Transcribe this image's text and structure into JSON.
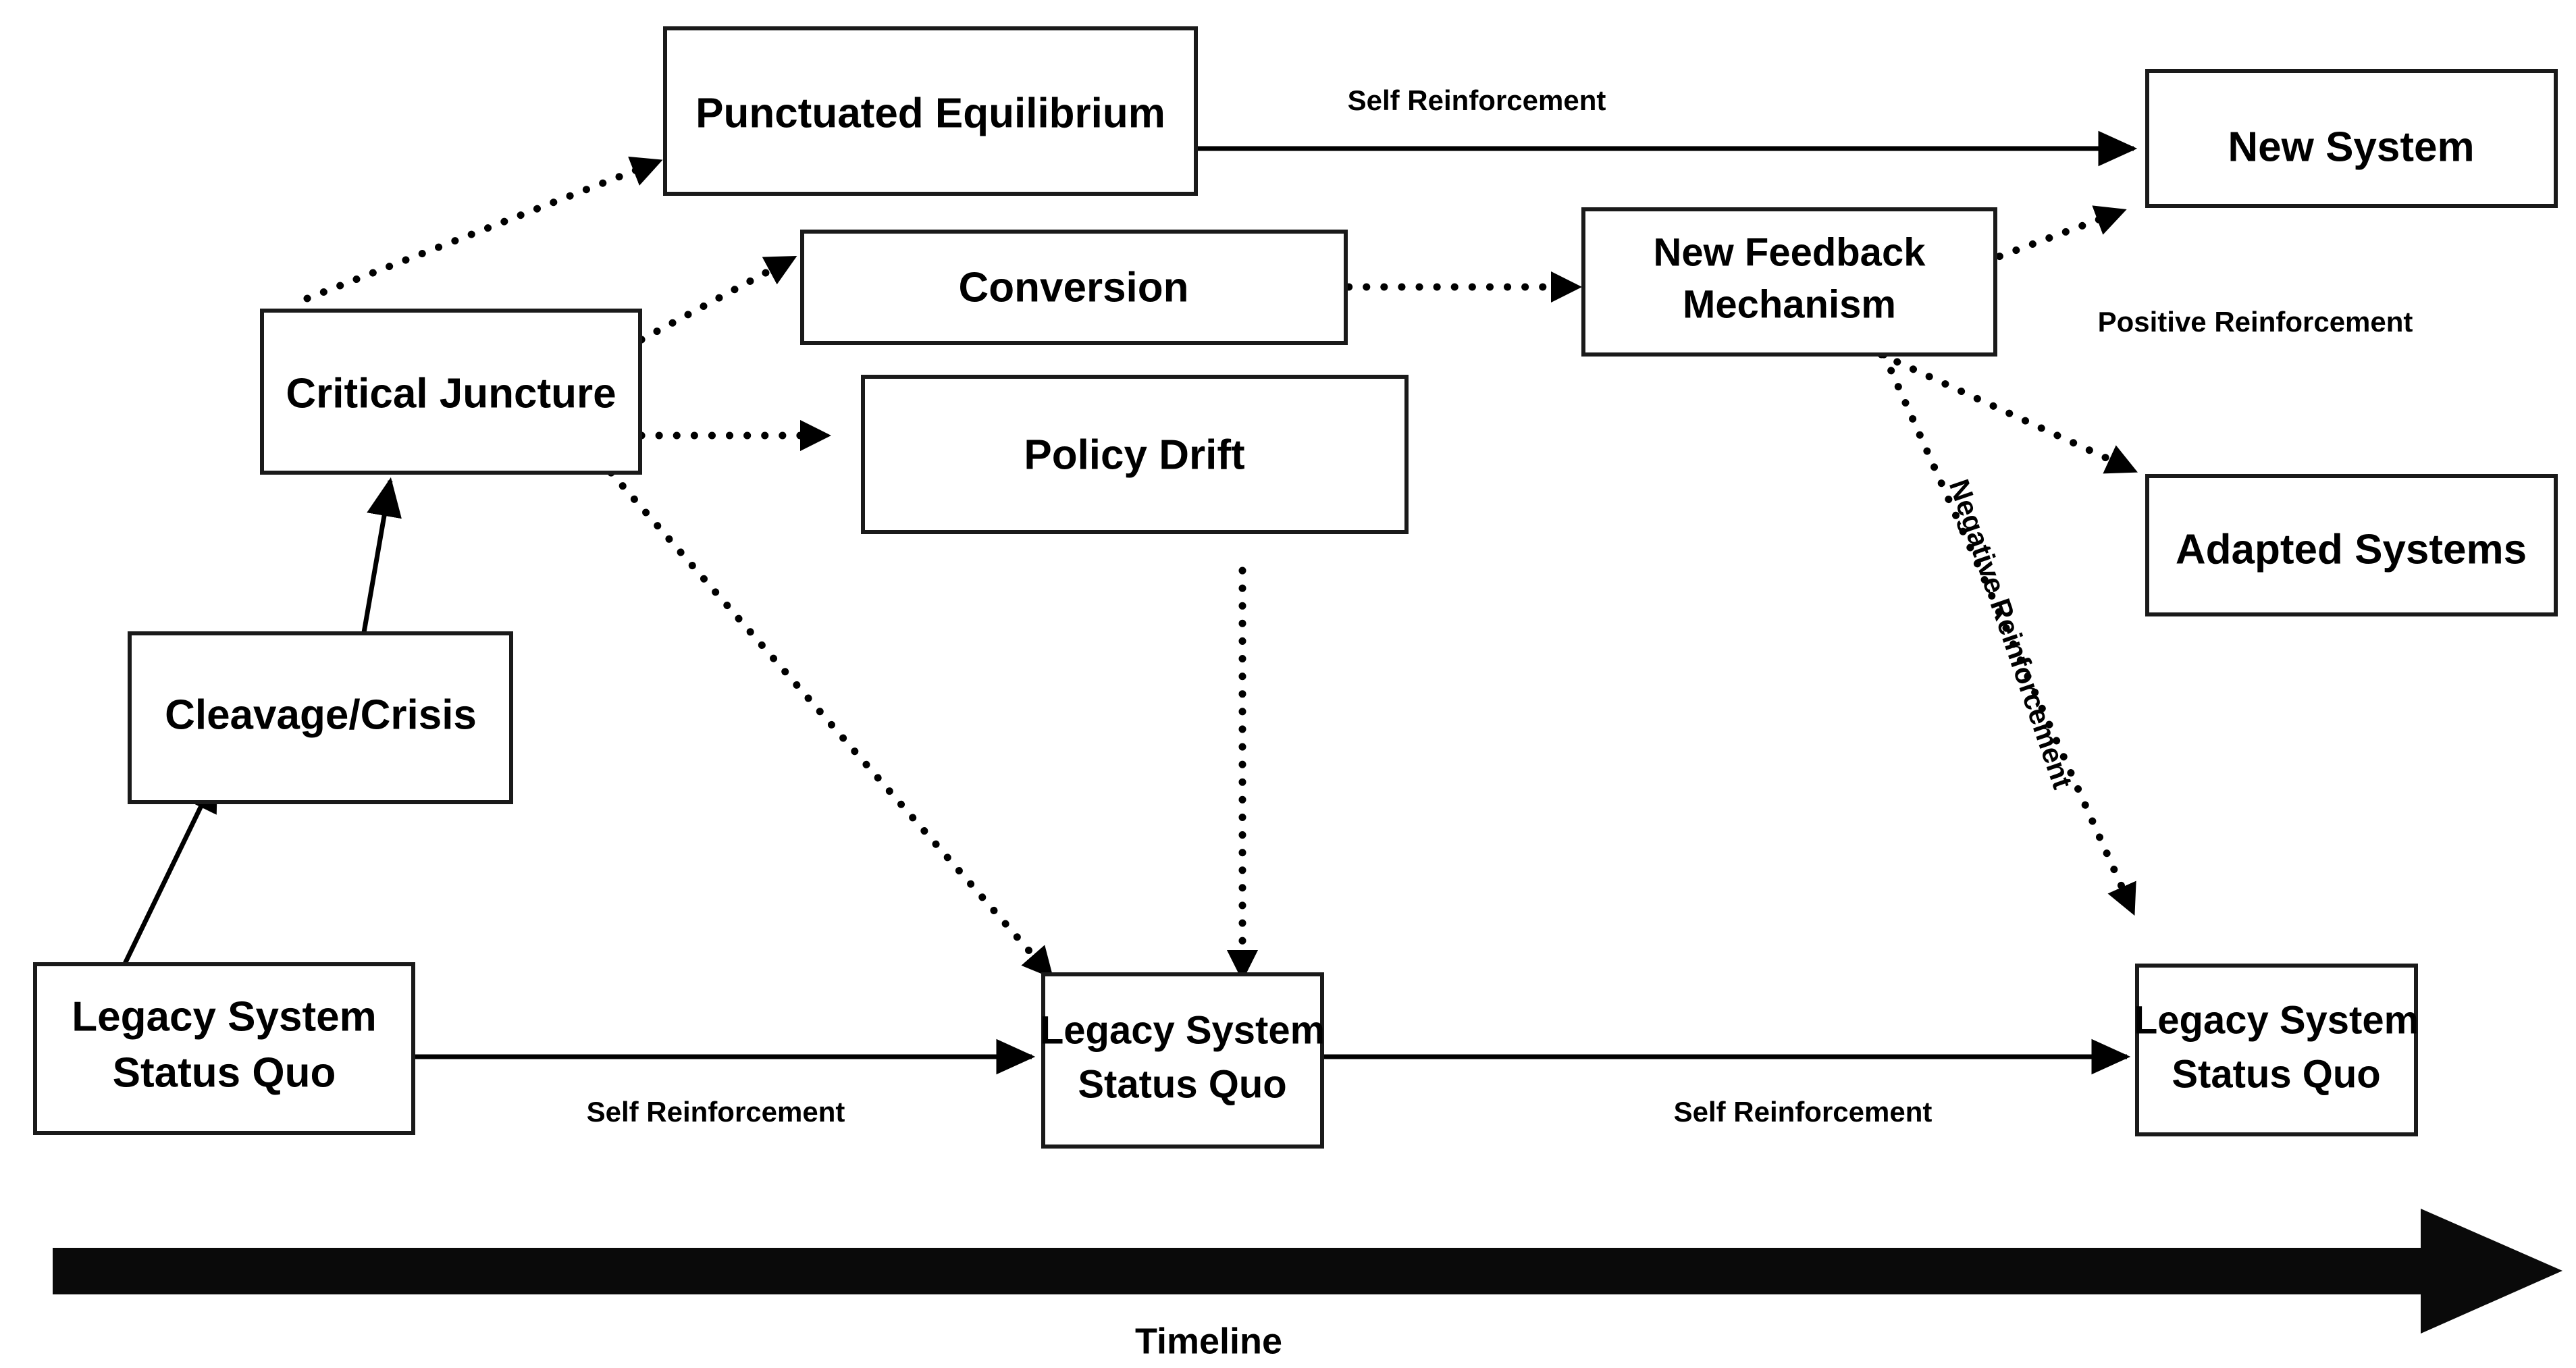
{
  "diagram": {
    "title": "Historical Institutionalism Pathways",
    "background_color": "#ffffff",
    "stroke_color": "#000000",
    "nodes": [
      {
        "id": "punctuated-equilibrium",
        "label": "Punctuated Equilibrium"
      },
      {
        "id": "critical-juncture",
        "label": "Critical Juncture"
      },
      {
        "id": "conversion",
        "label": "Conversion"
      },
      {
        "id": "policy-drift",
        "label": "Policy Drift"
      },
      {
        "id": "new-feedback-mechanism",
        "label_line1": "New Feedback",
        "label_line2": "Mechanism"
      },
      {
        "id": "new-system",
        "label": "New System"
      },
      {
        "id": "adapted-systems",
        "label": "Adapted Systems"
      },
      {
        "id": "cleavage-crisis",
        "label": "Cleavage/Crisis"
      },
      {
        "id": "legacy-system-left",
        "label_line1": "Legacy System",
        "label_line2": "Status Quo"
      },
      {
        "id": "legacy-system-middle",
        "label_line1": "Legacy System",
        "label_line2": "Status Quo"
      },
      {
        "id": "legacy-system-right",
        "label_line1": "Legacy System",
        "label_line2": "Status Quo"
      }
    ],
    "edge_labels": {
      "self_reinforcement_top": "Self Reinforcement",
      "positive_reinforcement": "Positive Reinforcement",
      "negative_reinforcement": "Negative Reinforcement",
      "self_reinforcement_bottom_left": "Self Reinforcement",
      "self_reinforcement_bottom_right": "Self Reinforcement"
    },
    "timeline": {
      "label": "Timeline"
    }
  }
}
